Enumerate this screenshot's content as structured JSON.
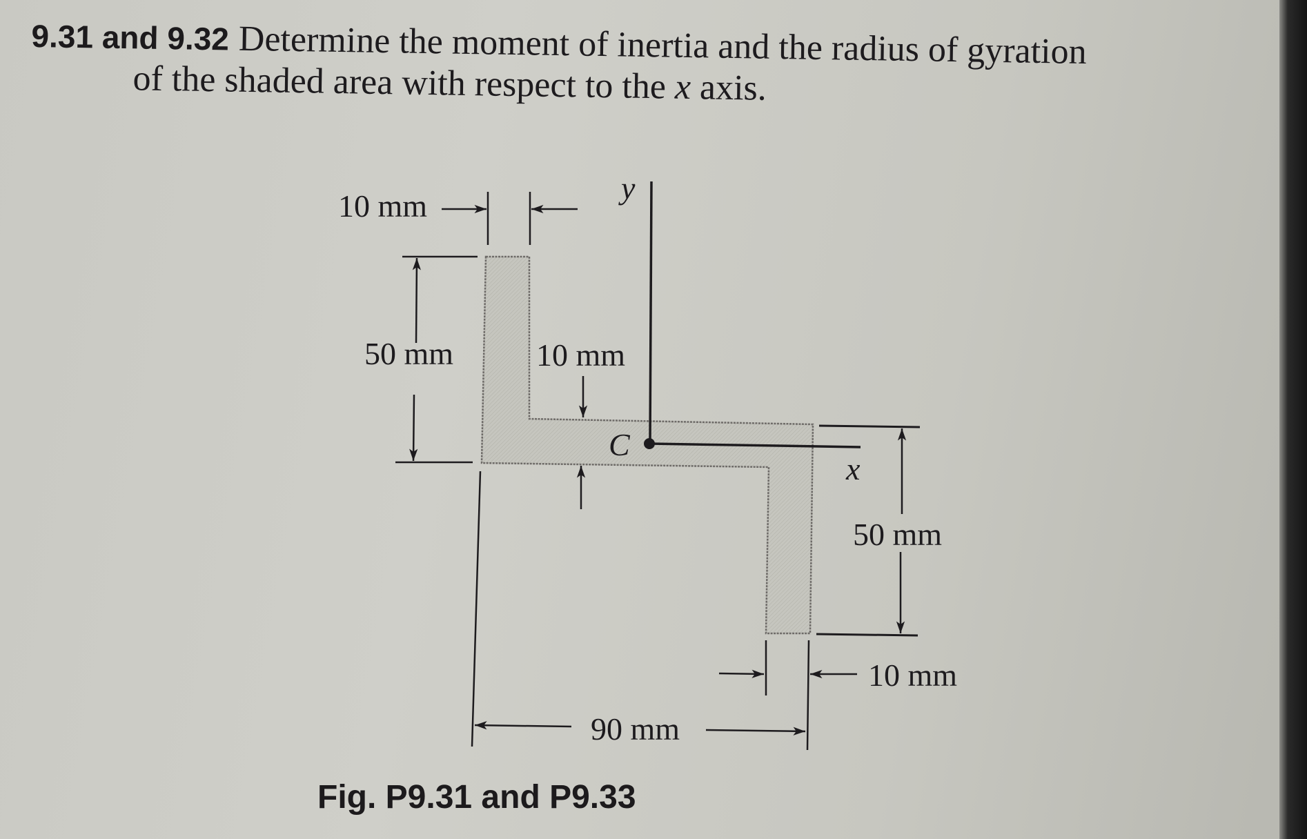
{
  "problem": {
    "number": "9.31 and 9.32",
    "text_line1": "Determine the moment of inertia and the radius of gyration",
    "text_line2_pre": "of the shaded area with respect to the ",
    "text_line2_var": "x",
    "text_line2_post": " axis."
  },
  "figure": {
    "axis_labels": {
      "y": "y",
      "x": "x",
      "centroid": "C"
    },
    "dimensions": {
      "top_width": "10 mm",
      "left_height": "50 mm",
      "web_thickness": "10 mm",
      "right_height": "50 mm",
      "bottom_width": "10 mm",
      "overall_width": "90 mm"
    },
    "colors": {
      "ink": "#1d1b1e",
      "shape_outline": "#6e6b68",
      "paper": "#cbcbc5"
    }
  },
  "caption": "Fig. P9.31 and P9.33"
}
